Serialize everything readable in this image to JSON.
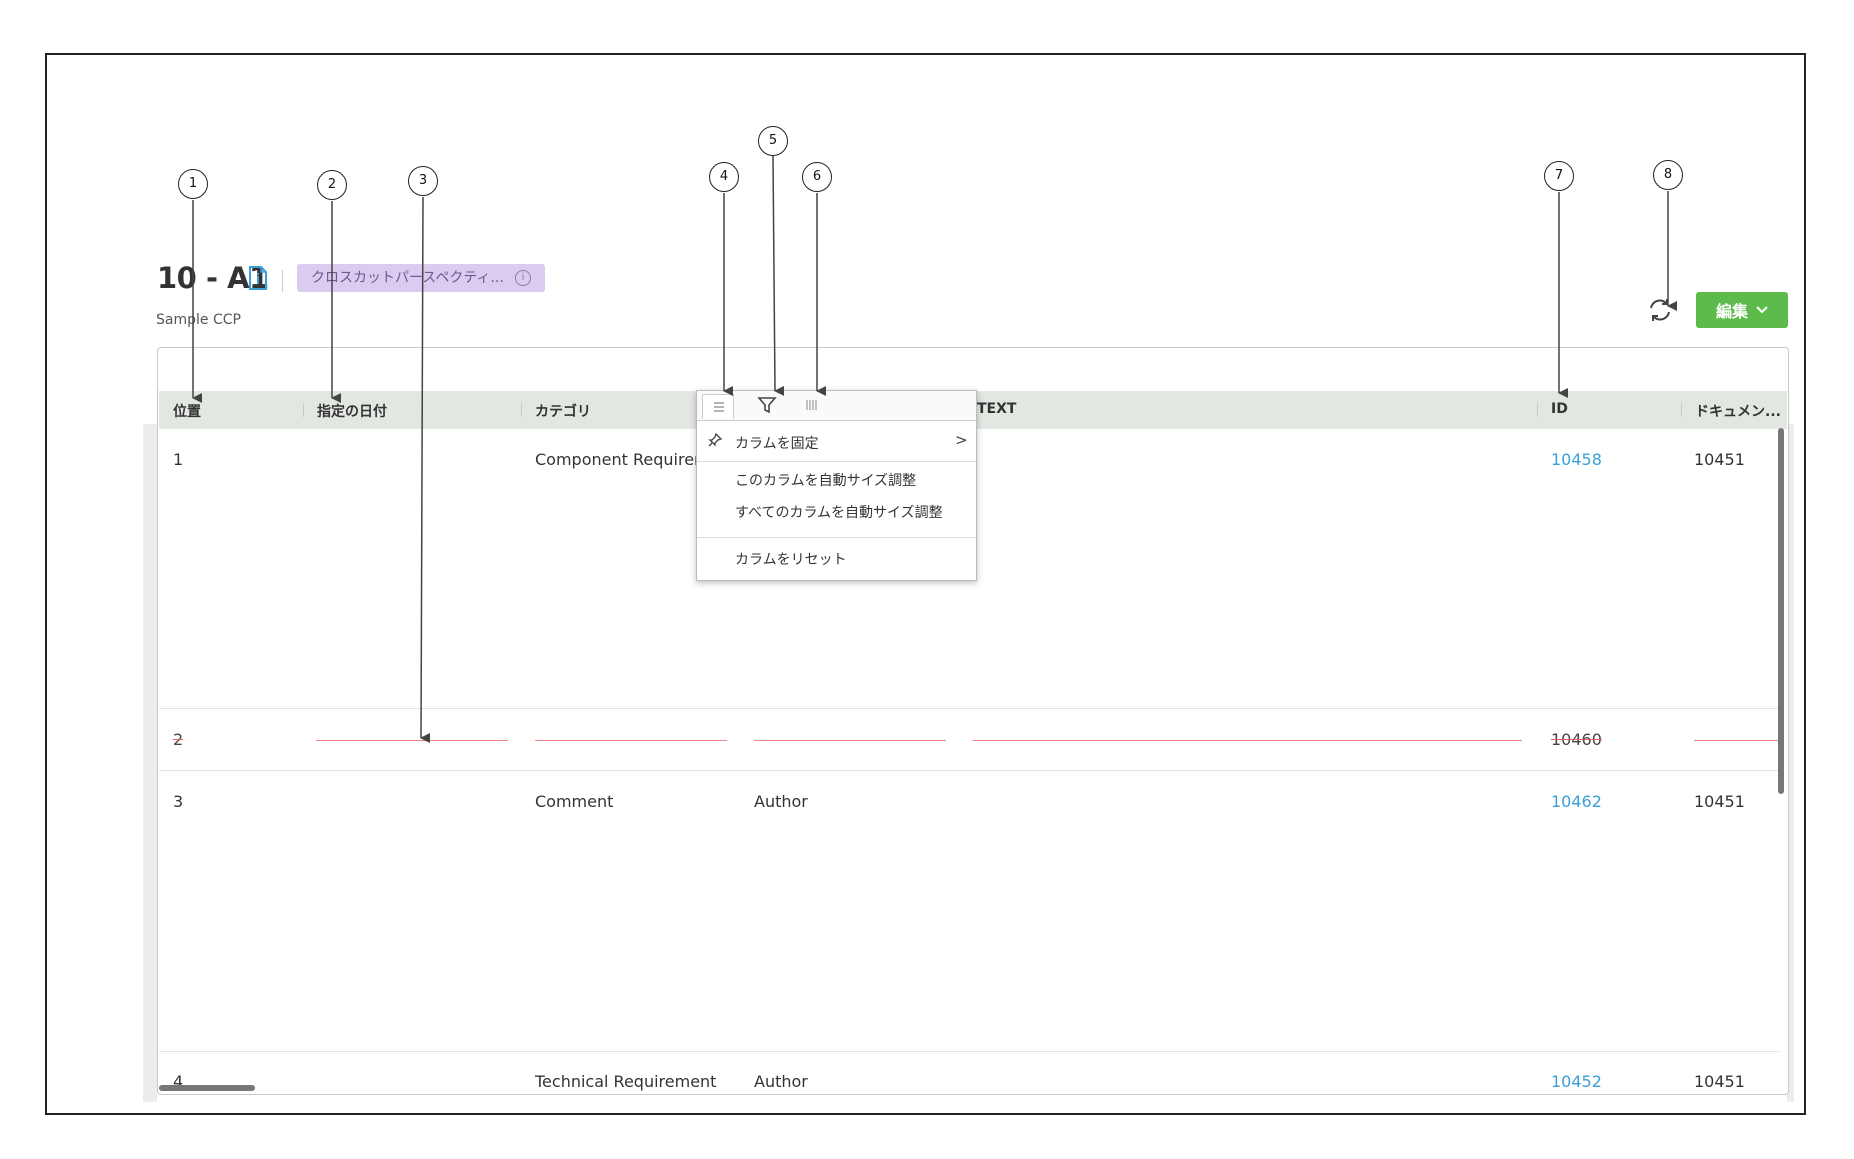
{
  "header": {
    "title": "10 - A1",
    "tag_label": "クロスカットパースペクティ...",
    "subtitle": "Sample CCP",
    "edit_label": "編集"
  },
  "table": {
    "columns": [
      "位置",
      "指定の日付",
      "カテゴリ",
      "",
      "TEXT",
      "ID",
      "ドキュメン..."
    ],
    "rows": [
      {
        "position": "1",
        "date": "",
        "category": "Component Requirem",
        "c4": "",
        "text": "",
        "id": "10458",
        "doc": "10451"
      },
      {
        "position": "2",
        "date": "",
        "category": "",
        "c4": "",
        "text": "",
        "id": "10460",
        "doc": "",
        "deleted": true
      },
      {
        "position": "3",
        "date": "",
        "category": "Comment",
        "c4": "Author",
        "text": "",
        "id": "10462",
        "doc": "10451"
      },
      {
        "position": "4",
        "date": "",
        "category": "Technical Requirement",
        "c4": "Author",
        "text": "",
        "id": "10452",
        "doc": "10451"
      }
    ]
  },
  "column_menu": {
    "tab_icons": [
      "menu-icon",
      "filter-icon",
      "columns-icon"
    ],
    "items": [
      "カラムを固定",
      "このカラムを自動サイズ調整",
      "すべてのカラムを自動サイズ調整",
      "カラムをリセット"
    ],
    "submenu_arrow": ">"
  },
  "callouts": [
    "1",
    "2",
    "3",
    "4",
    "5",
    "6",
    "7",
    "8"
  ],
  "colors": {
    "accent_green": "#5dbb4c",
    "link_blue": "#3aa0d8",
    "tag_purple": "#d9ccf0",
    "deleted_red": "#f08a8a",
    "header_grey": "#e2e7e2"
  }
}
